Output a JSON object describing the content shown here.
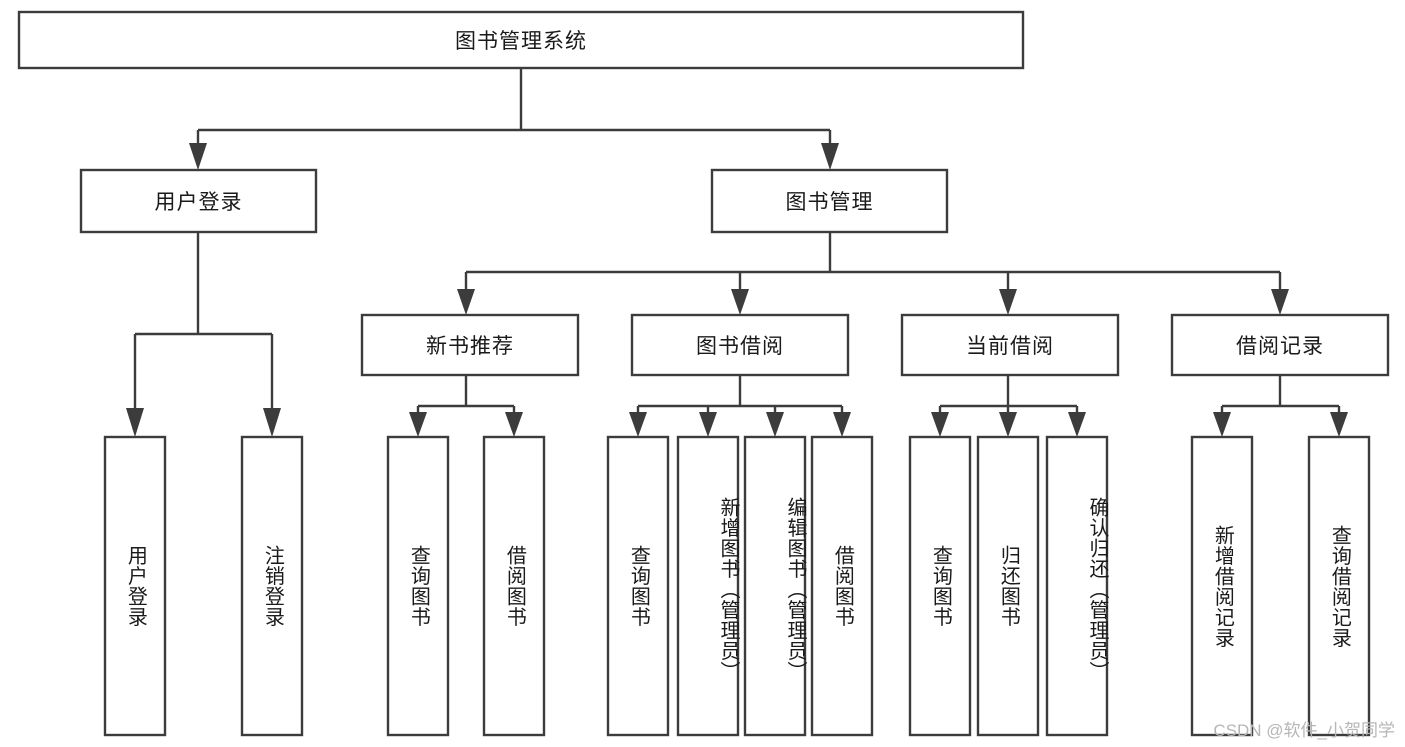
{
  "diagram": {
    "type": "tree-hierarchy",
    "title": "图书管理系统",
    "watermark": "CSDN @软件_小贺同学",
    "colors": {
      "stroke": "#3c3c3c",
      "fill": "#ffffff",
      "text": "#1a1a1a",
      "watermark": "#b6b6b6",
      "background": "#ffffff"
    },
    "levels": {
      "level1_label": "图书管理系统",
      "level2": [
        {
          "id": "user-login",
          "label": "用户登录"
        },
        {
          "id": "book-management",
          "label": "图书管理"
        }
      ],
      "level3": [
        {
          "id": "new-book-recommend",
          "label": "新书推荐",
          "parent": "book-management"
        },
        {
          "id": "book-borrow",
          "label": "图书借阅",
          "parent": "book-management"
        },
        {
          "id": "current-borrow",
          "label": "当前借阅",
          "parent": "book-management"
        },
        {
          "id": "borrow-record",
          "label": "借阅记录",
          "parent": "book-management"
        }
      ],
      "leaves": [
        {
          "id": "leaf-user-login",
          "label": "用户登录",
          "parent": "user-login"
        },
        {
          "id": "leaf-logout-login",
          "label": "注销登录",
          "parent": "user-login"
        },
        {
          "id": "leaf-query-book-1",
          "label": "查询图书",
          "parent": "new-book-recommend"
        },
        {
          "id": "leaf-borrow-book-1",
          "label": "借阅图书",
          "parent": "new-book-recommend"
        },
        {
          "id": "leaf-query-book-2",
          "label": "查询图书",
          "parent": "book-borrow"
        },
        {
          "id": "leaf-add-book",
          "label": "新增图书（管理员）",
          "parent": "book-borrow"
        },
        {
          "id": "leaf-edit-book",
          "label": "编辑图书（管理员）",
          "parent": "book-borrow"
        },
        {
          "id": "leaf-borrow-book-2",
          "label": "借阅图书",
          "parent": "book-borrow"
        },
        {
          "id": "leaf-query-book-3",
          "label": "查询图书",
          "parent": "current-borrow"
        },
        {
          "id": "leaf-return-book",
          "label": "归还图书",
          "parent": "current-borrow"
        },
        {
          "id": "leaf-confirm-return",
          "label": "确认归还（管理员）",
          "parent": "current-borrow"
        },
        {
          "id": "leaf-add-record",
          "label": "新增借阅记录",
          "parent": "borrow-record"
        },
        {
          "id": "leaf-query-record",
          "label": "查询借阅记录",
          "parent": "borrow-record"
        }
      ]
    }
  }
}
